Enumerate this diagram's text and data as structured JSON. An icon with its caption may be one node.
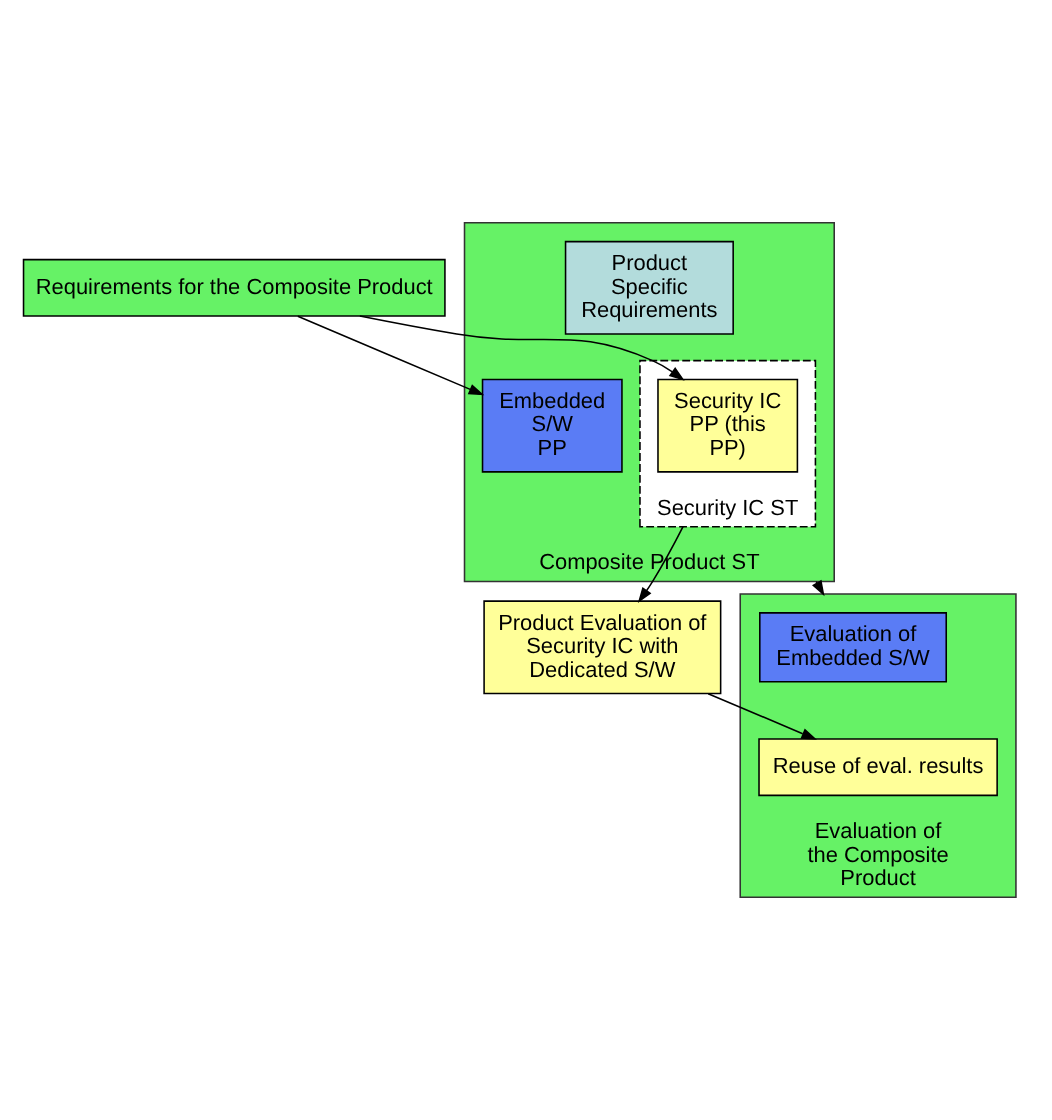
{
  "diagram": {
    "nodes": [
      {
        "text": [
          "Requirements for the Composite Product"
        ]
      },
      {
        "text": [
          "Composite Product ST"
        ]
      },
      {
        "text": [
          "Security IC ST"
        ],
        "in": 1
      },
      {
        "text": [
          "Security IC PP (this PP)"
        ],
        "in": 2
      },
      {
        "text": [
          "Product Specific Requirements"
        ],
        "in": 1
      },
      {
        "text": [
          "Embedded S/W PP"
        ],
        "in": 1
      },
      {
        "text": [
          "Product Evaluation of Security IC with Dedicated S/W"
        ]
      },
      {
        "text": [
          "Evaluation of the Composite Product"
        ]
      },
      {
        "text": [
          "Evaluation of Embedded S/W"
        ],
        "in": 7
      },
      {
        "text": [
          "Reuse of eval. results"
        ],
        "in": 7
      }
    ],
    "edges": [
      {
        "from": 0,
        "to": 3,
        "arrow": "to"
      },
      {
        "from": 0,
        "to": 5,
        "arrow": "to"
      },
      {
        "from": 2,
        "to": 6,
        "arrow": "to"
      },
      {
        "from": 1,
        "to": 7,
        "arrow": "to"
      },
      {
        "from": 6,
        "to": 9,
        "arrow": "to"
      }
    ]
  }
}
